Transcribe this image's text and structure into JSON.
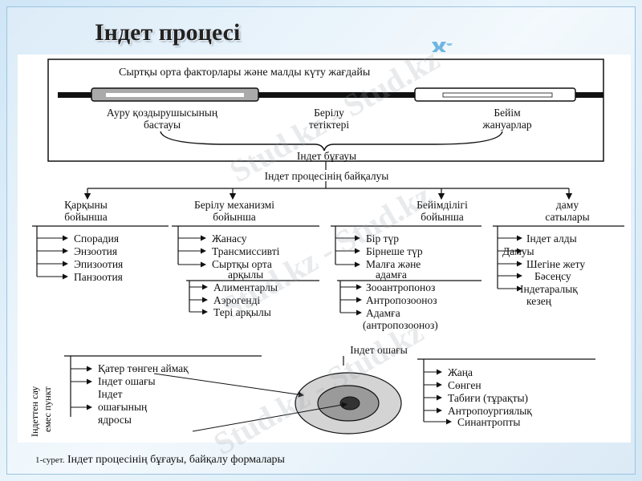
{
  "slide": {
    "title": "Індет процесі",
    "watermark": "Stud.kz - Stud.kz",
    "caption_fig": "1-сурет.",
    "caption_text": "Індет процесінің бұғауы, байқалу формалары"
  },
  "diagram": {
    "env_factors": "Сыртқы орта факторлары және малды күту жағдайы",
    "source_1": "Ауру қоздырушысының",
    "source_2": "бастауы",
    "transmit_1": "Берілу",
    "transmit_2": "тетіктері",
    "suscept_1": "Бейім",
    "suscept_2": "жануарлар",
    "chain": "Індет бұғауы",
    "manifest": "Індет процесінің байқалуы",
    "cat1_1": "Қарқыны",
    "cat1_2": "бойынша",
    "cat2_1": "Берілу механизмі",
    "cat2_2": "бойынша",
    "cat3_1": "Бейімділігі",
    "cat3_2": "бойынша",
    "cat4_1": "даму",
    "cat4_2": "сатылары",
    "intensity": [
      "Спорадия",
      "Энзоотия",
      "Эпизоотия",
      "Панзоотия"
    ],
    "mechanism": [
      "Жанасу",
      "Трансмиссивті",
      "Сыртқы  орта",
      "арқылы"
    ],
    "external": [
      "Алиментарлы",
      "Аэрогенді",
      "Тері арқылы"
    ],
    "suscept": [
      "Бір түр",
      "Бірнеше түр",
      "Малға және",
      "адамға"
    ],
    "zoonoses": [
      "Зооантропоноз",
      "Антропозооноз",
      "Адамға",
      "(антропозооноз)"
    ],
    "stages": [
      "Індет алды",
      "Дамуы",
      "Шегіне жету",
      "Бәсеңсу",
      "Індетаралық",
      "кезең"
    ],
    "focus": "Індет ошағы",
    "zones": [
      "Қатер төнген аймақ",
      "Індет ошағы",
      "Індет",
      "ошағының",
      "ядросы"
    ],
    "vertical_1": "Індеттен сау",
    "vertical_2": "емес пункт",
    "focus_types": [
      "Жаңа",
      "Сөнген",
      "Табиғи  (тұрақты)",
      "Антропоургиялық",
      "Синантропты"
    ]
  }
}
